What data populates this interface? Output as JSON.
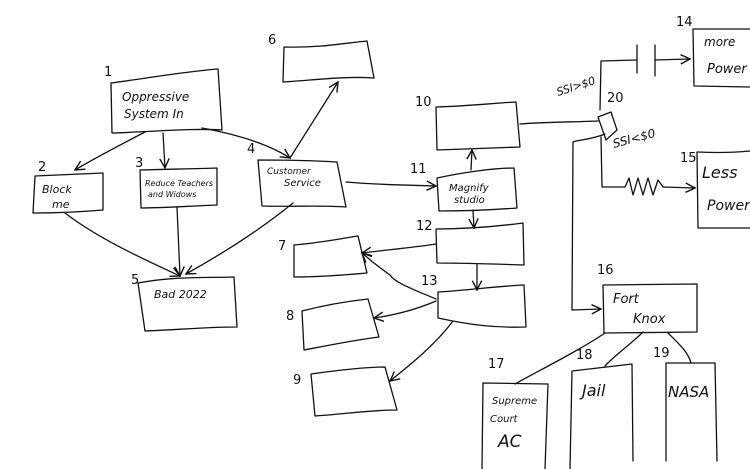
{
  "nodes": {
    "n1": {
      "num": "1",
      "line1": "Oppressive",
      "line2": "System In"
    },
    "n2": {
      "num": "2",
      "line1": "Block",
      "line2": "me"
    },
    "n3": {
      "num": "3",
      "line1": "Reduce Teachers",
      "line2": "and Widows"
    },
    "n4": {
      "num": "4",
      "line1": "Customer",
      "line2": "Service"
    },
    "n5": {
      "num": "5",
      "line1": "Bad 2022"
    },
    "n6": {
      "num": "6"
    },
    "n7": {
      "num": "7"
    },
    "n8": {
      "num": "8"
    },
    "n9": {
      "num": "9"
    },
    "n10": {
      "num": "10"
    },
    "n11": {
      "num": "11",
      "line1": "Magnify",
      "line2": "studio"
    },
    "n12": {
      "num": "12"
    },
    "n13": {
      "num": "13"
    },
    "n14": {
      "num": "14",
      "line1": "more",
      "line2": "Power"
    },
    "n15": {
      "num": "15",
      "line1": "Less",
      "line2": "Power"
    },
    "n16": {
      "num": "16",
      "line1": "Fort",
      "line2": "Knox"
    },
    "n17": {
      "num": "17",
      "line1": "Supreme",
      "line2": "Court",
      "line3": "AC"
    },
    "n18": {
      "num": "18",
      "line1": "Jail"
    },
    "n19": {
      "num": "19",
      "line1": "NASA"
    },
    "n20": {
      "num": "20"
    }
  },
  "conditions": {
    "upper": "SSI>$0",
    "lower": "SSI<$0"
  },
  "symbols": {
    "capacitor": "capacitor-symbol",
    "resistor": "resistor-symbol",
    "decision": "diamond-decision"
  }
}
